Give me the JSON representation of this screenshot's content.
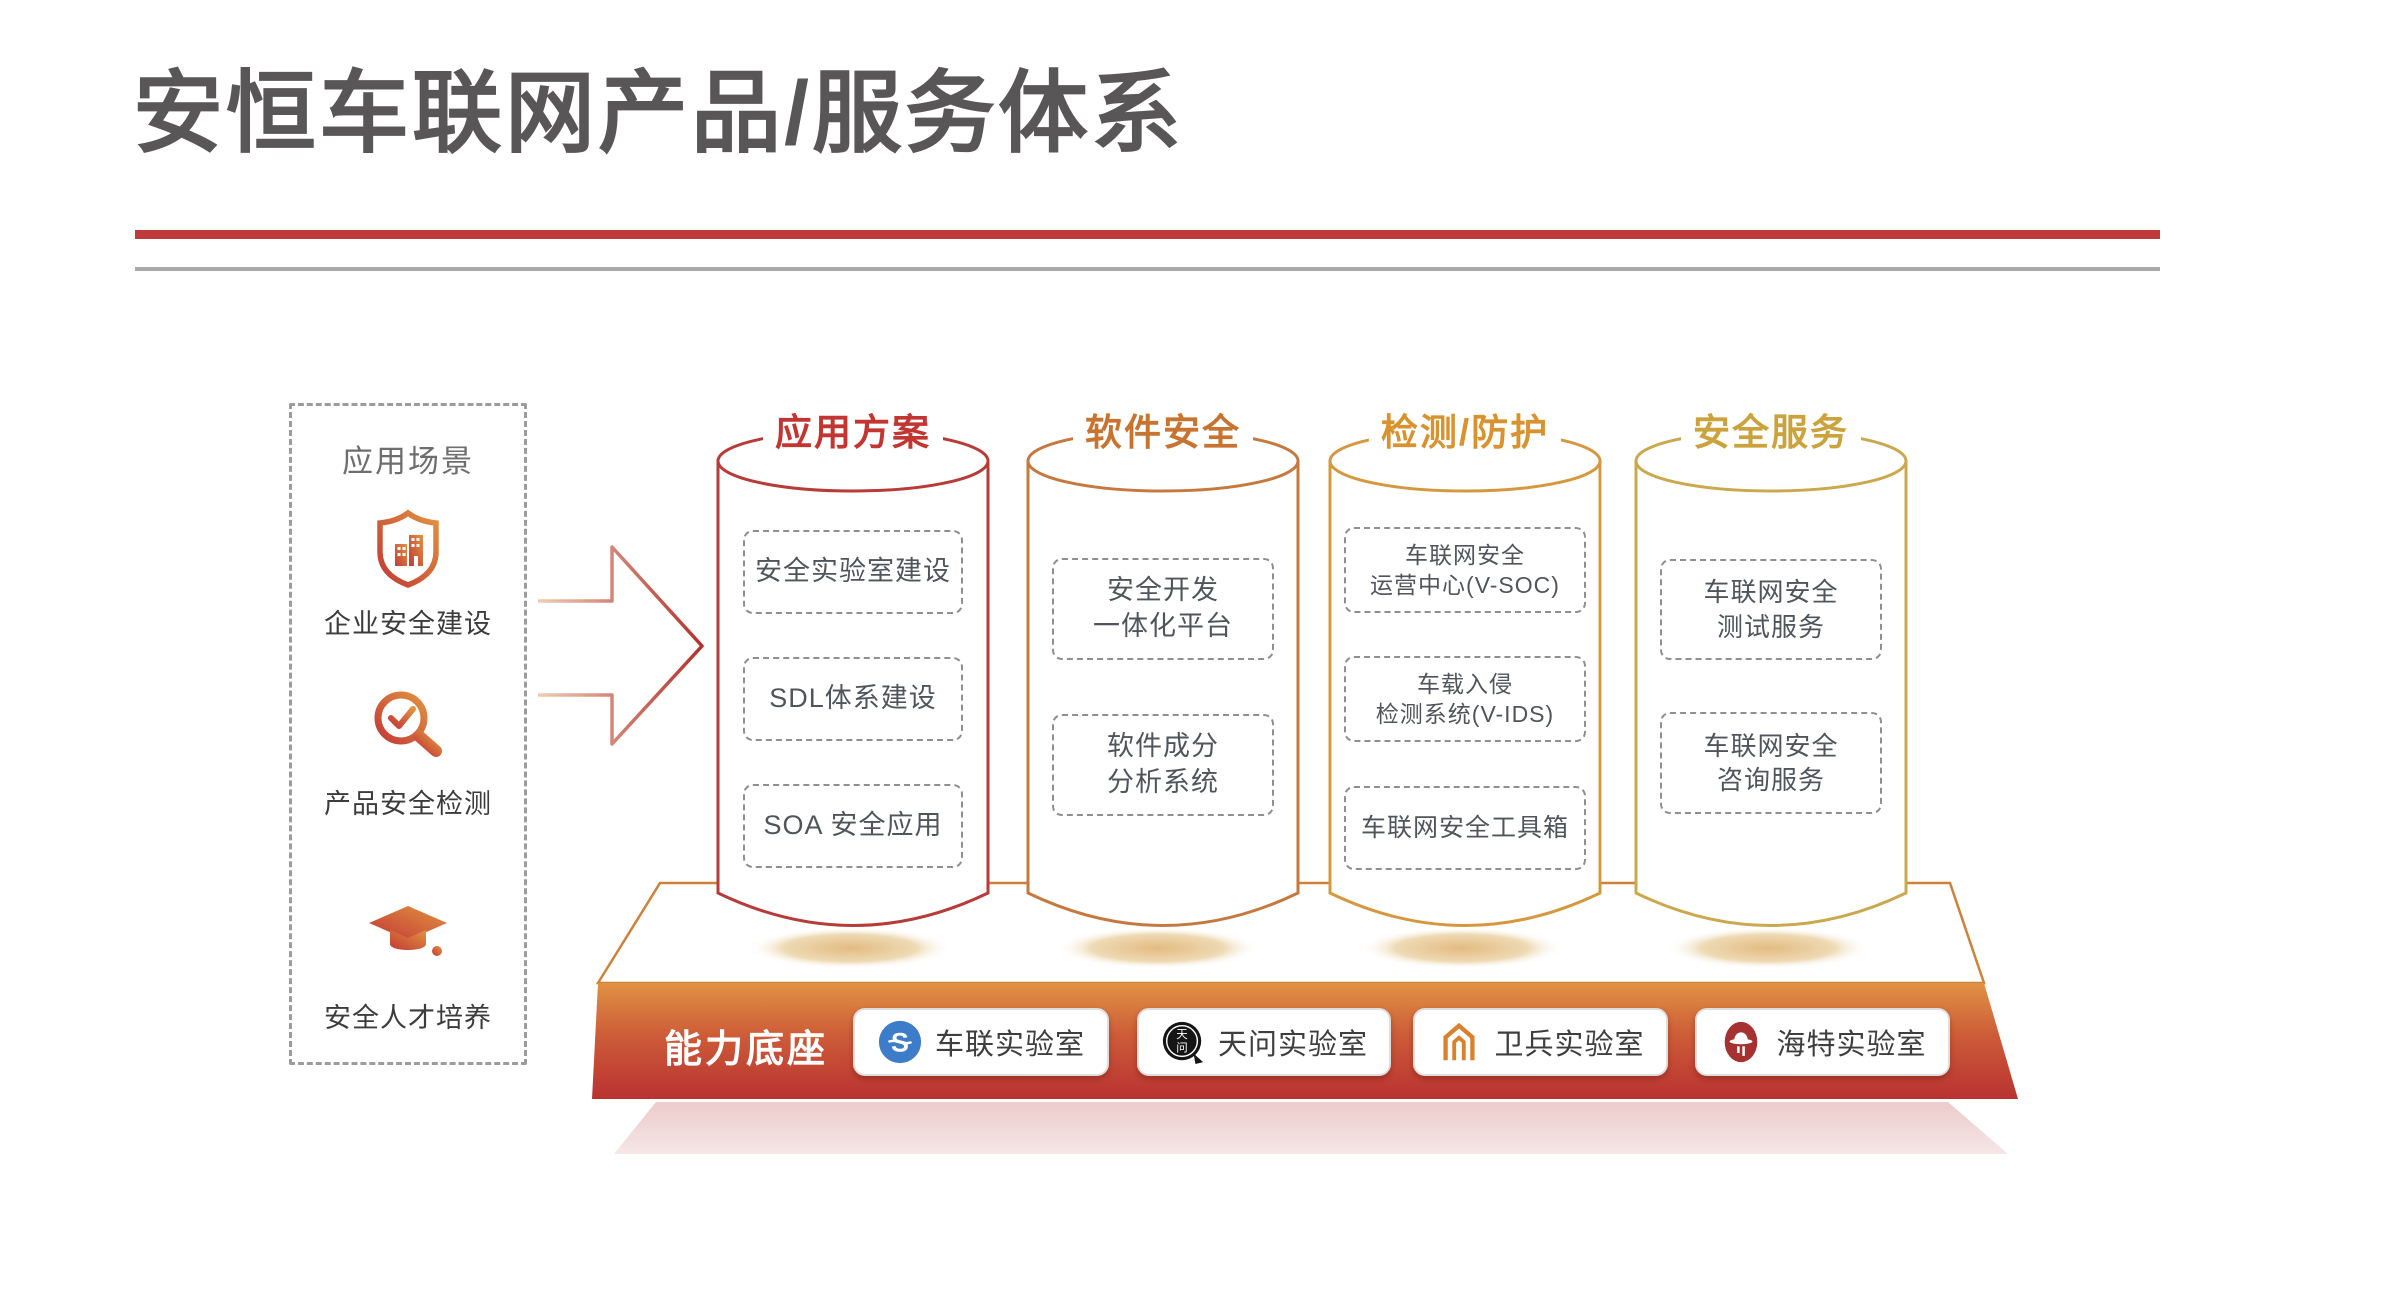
{
  "page": {
    "title": "安恒车联网产品/服务体系"
  },
  "sidebar": {
    "title": "应用场景",
    "items": [
      {
        "label": "企业安全建设",
        "icon": "shield-building-icon"
      },
      {
        "label": "产品安全检测",
        "icon": "magnifier-check-icon"
      },
      {
        "label": "安全人才培养",
        "icon": "graduation-cap-icon"
      }
    ]
  },
  "columns": [
    {
      "title": "应用方案",
      "color": "#C23530",
      "stroke": "#B73B38",
      "boxes": [
        [
          "安全实验室建设"
        ],
        [
          "SDL体系建设"
        ],
        [
          "SOA 安全应用"
        ]
      ]
    },
    {
      "title": "软件安全",
      "color": "#C77430",
      "stroke": "#C6793F",
      "boxes": [
        [
          "安全开发",
          "一体化平台"
        ],
        [
          "软件成分",
          "分析系统"
        ]
      ]
    },
    {
      "title": "检测/防护",
      "color": "#D8922E",
      "stroke": "#D6983F",
      "boxes": [
        [
          "车联网安全",
          "运营中心(V-SOC)"
        ],
        [
          "车载入侵",
          "检测系统(V-IDS)"
        ],
        [
          "车联网安全工具箱"
        ]
      ]
    },
    {
      "title": "安全服务",
      "color": "#CCA23C",
      "stroke": "#CBA84E",
      "boxes": [
        [
          "车联网安全",
          "测试服务"
        ],
        [
          "车联网安全",
          "咨询服务"
        ]
      ]
    }
  ],
  "platform": {
    "label": "能力底座",
    "labs": [
      {
        "name": "车联实验室",
        "icon": "blue-shield-s-icon",
        "icon_color": "#3D7CC9",
        "icon_letter": "S"
      },
      {
        "name": "天问实验室",
        "icon": "black-seal-icon",
        "icon_color": "#151515",
        "seal_char_top": "天",
        "seal_char_bottom": "问"
      },
      {
        "name": "卫兵实验室",
        "icon": "orange-gate-icon",
        "icon_color": "#D9812F"
      },
      {
        "name": "海特实验室",
        "icon": "white-hat-icon",
        "icon_color": "#A63131"
      }
    ]
  },
  "colors": {
    "title_text": "#585656",
    "rule_red": "#BE3B39",
    "rule_gray": "#A9A9AD",
    "sidebar_icon_gradient": [
      "#C23A36",
      "#E2923F"
    ],
    "arrow_gradient": [
      "#EDCDB4",
      "#B4302D"
    ],
    "platform_front_gradient": [
      "#E09244",
      "#BB3231"
    ],
    "platform_base_pink": [
      "#ECCBCB",
      "#F6E6E6"
    ],
    "platform_edge": "#CE8139",
    "box_border": "#8F8F8F",
    "box_text": "#50555C"
  }
}
